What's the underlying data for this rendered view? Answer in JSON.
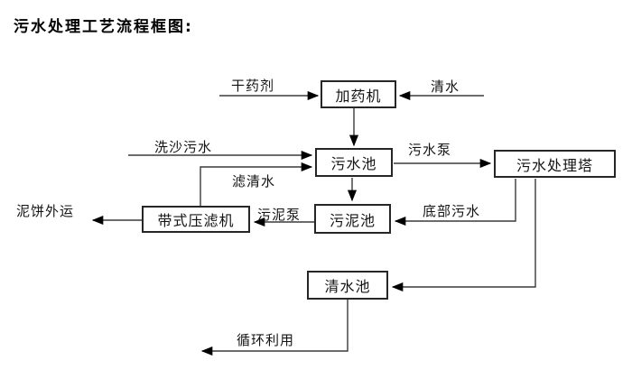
{
  "title": "污水处理工艺流程框图:",
  "diagram": {
    "nodes": [
      {
        "id": "dosing-machine",
        "label": "加药机"
      },
      {
        "id": "sewage-pool",
        "label": "污水池"
      },
      {
        "id": "sewage-treatment-tower",
        "label": "污水处理塔"
      },
      {
        "id": "sludge-pool",
        "label": "污泥池"
      },
      {
        "id": "belt-filter-press",
        "label": "带式压滤机"
      },
      {
        "id": "clean-water-pool",
        "label": "清水池"
      }
    ],
    "edge_labels": [
      {
        "id": "dry-agent",
        "label": "干药剂"
      },
      {
        "id": "clean-water-in",
        "label": "清水"
      },
      {
        "id": "sand-washing-sewage",
        "label": "洗沙污水"
      },
      {
        "id": "sewage-pump",
        "label": "污水泵"
      },
      {
        "id": "filtered-water",
        "label": "滤清水"
      },
      {
        "id": "sludge-pump",
        "label": "污泥泵"
      },
      {
        "id": "bottom-sewage",
        "label": "底部污水"
      },
      {
        "id": "mud-cake-transport",
        "label": "泥饼外运"
      },
      {
        "id": "recycle-use",
        "label": "循环利用"
      }
    ],
    "flows": [
      "干药剂 → 加药机",
      "清水 → 加药机",
      "加药机 → 污水池",
      "洗沙污水 → 污水池",
      "污水池 →(污水泵) 污水处理塔",
      "污水池 → 污泥池",
      "污水处理塔 →(底部污水) 污泥池",
      "污水处理塔 → 清水池",
      "污泥池 →(污泥泵) 带式压滤机",
      "带式压滤机 →(滤清水) 污水池",
      "带式压滤机 → 泥饼外运",
      "清水池 → 循环利用"
    ],
    "colors": {
      "background": "#ffffff",
      "line": "#3a3a3a",
      "arrowhead": "#000000",
      "box_border": "#262626",
      "text": "#141414"
    }
  }
}
